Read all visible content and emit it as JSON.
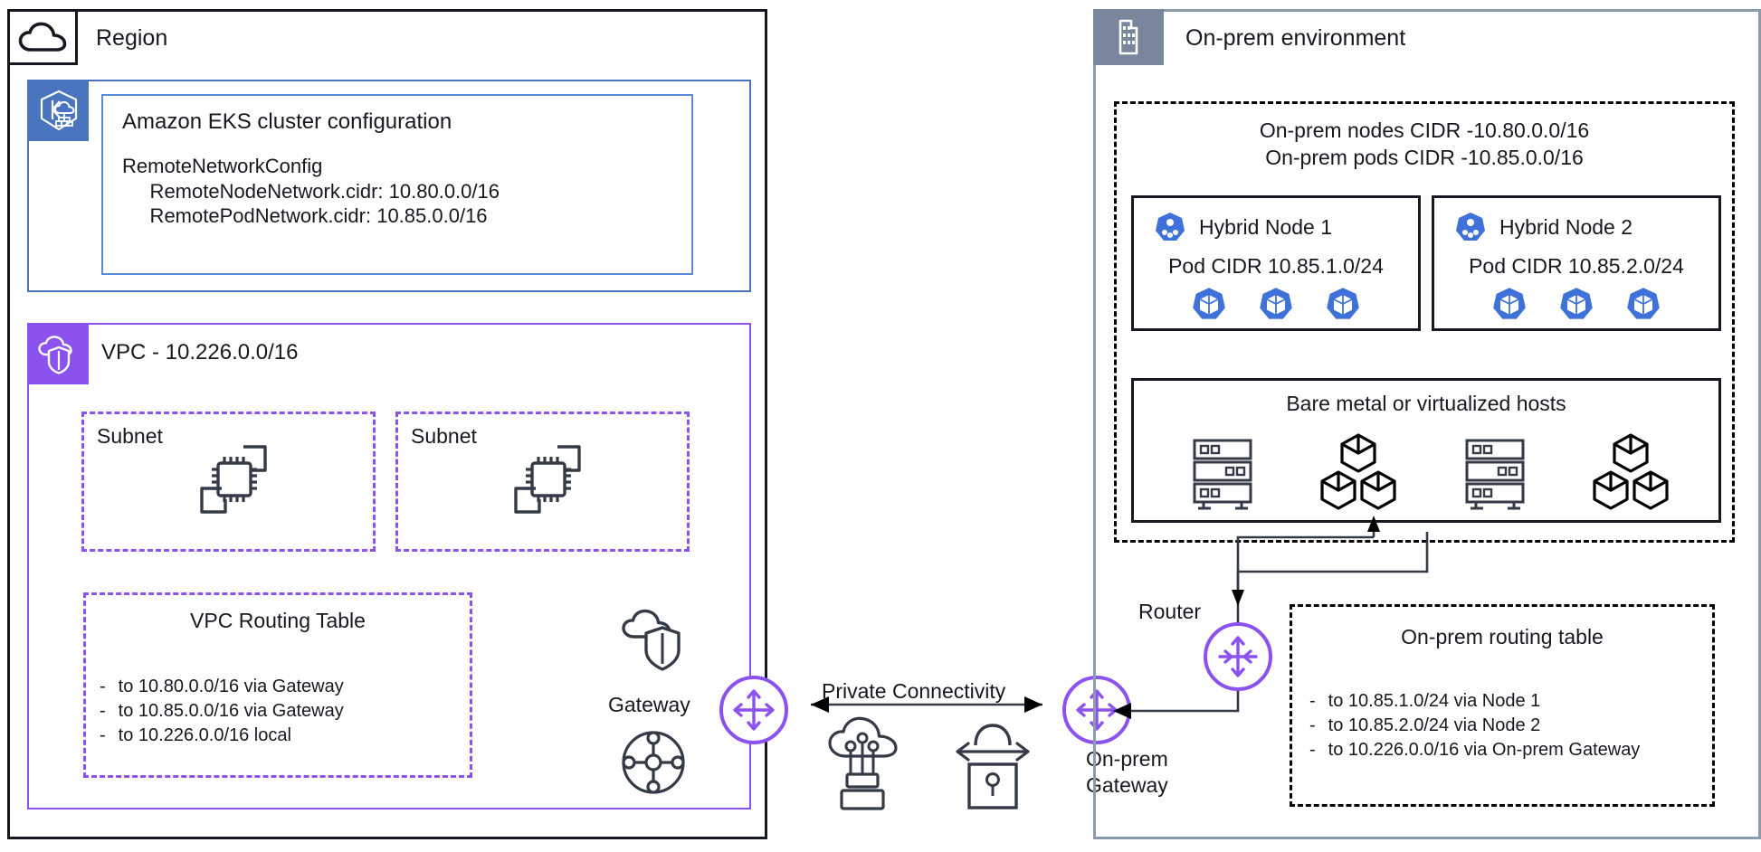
{
  "region": {
    "title": "Region",
    "icon": "cloud-icon",
    "eks": {
      "title": "Amazon EKS cluster configuration",
      "config_header": "RemoteNetworkConfig",
      "config_lines": [
        "RemoteNodeNetwork.cidr: 10.80.0.0/16",
        "RemotePodNetwork.cidr: 10.85.0.0/16"
      ],
      "config_block": "RemoteNetworkConfig\n     RemoteNodeNetwork.cidr: 10.80.0.0/16\n     RemotePodNetwork.cidr: 10.85.0.0/16",
      "icon": "amazon-eks-icon",
      "accent_color": "#4A74BD"
    },
    "vpc": {
      "title": "VPC - 10.226.0.0/16",
      "icon": "vpc-icon",
      "accent_color": "#8C52F0",
      "subnets": [
        {
          "label": "Subnet",
          "icon": "network-interface-icon"
        },
        {
          "label": "Subnet",
          "icon": "network-interface-icon"
        }
      ],
      "routing_table": {
        "title": "VPC Routing Table",
        "rows": [
          {
            "bullet": "-",
            "text": "to 10.80.0.0/16 via Gateway"
          },
          {
            "bullet": "-",
            "text": "to 10.85.0.0/16 via Gateway"
          },
          {
            "bullet": "-",
            "text": "to 10.226.0.0/16 local"
          }
        ]
      },
      "gateway": {
        "label": "Gateway",
        "icons": [
          "cloud-shield-icon",
          "network-mesh-icon"
        ]
      }
    }
  },
  "connectivity": {
    "label": "Private Connectivity",
    "arrow": "double-arrow-icon",
    "icons": [
      "cloud-direct-connect-icon",
      "site-to-site-vpn-lock-icon"
    ],
    "aws_gateway_icon": "gateway-transit-icon",
    "onprem_gateway_icon": "gateway-transit-icon",
    "onprem_gateway_label": "On-prem\nGateway"
  },
  "onprem": {
    "title": "On-prem environment",
    "icon": "building-icon",
    "accent_color": "#78879B",
    "cidr_lines": [
      "On-prem nodes CIDR -10.80.0.0/16",
      "On-prem pods CIDR -10.85.0.0/16"
    ],
    "hybrid_nodes": [
      {
        "title": "Hybrid Node 1",
        "pod_cidr": "Pod CIDR 10.85.1.0/24",
        "icon": "kubernetes-node-icon",
        "pod_icon": "kubernetes-pod-icon",
        "pod_count": 3
      },
      {
        "title": "Hybrid Node 2",
        "pod_cidr": "Pod CIDR 10.85.2.0/24",
        "icon": "kubernetes-node-icon",
        "pod_icon": "kubernetes-pod-icon",
        "pod_count": 3
      }
    ],
    "bare_metal": {
      "title": "Bare metal or virtualized hosts",
      "icons": [
        "server-rack-icon",
        "container-cubes-icon",
        "server-rack-icon",
        "container-cubes-icon"
      ]
    },
    "router": {
      "label": "Router",
      "icon": "router-icon"
    },
    "routing_table": {
      "title": "On-prem routing table",
      "rows": [
        {
          "bullet": "-",
          "text": "to 10.85.1.0/24 via Node 1"
        },
        {
          "bullet": "-",
          "text": "to 10.85.2.0/24 via Node 2"
        },
        {
          "bullet": "-",
          "text": "to 10.226.0.0/16 via On-prem Gateway"
        }
      ]
    }
  }
}
